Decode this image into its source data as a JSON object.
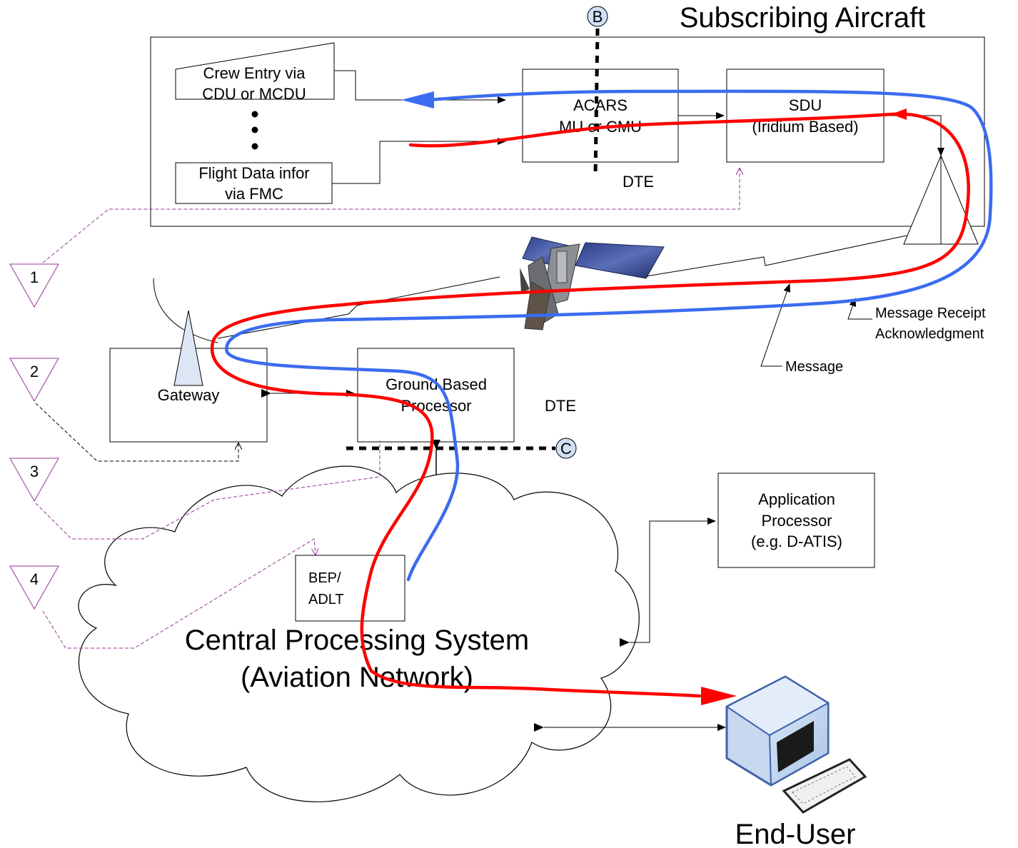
{
  "aircraft": {
    "title": "Subscribing Aircraft",
    "crew_entry": [
      "Crew Entry via",
      "CDU or MCDU"
    ],
    "flight_data": [
      "Flight Data infor",
      "via FMC"
    ],
    "acars": [
      "ACARS",
      "MU or CMU"
    ],
    "sdu": [
      "SDU",
      "(Iridium Based)"
    ],
    "dte": "DTE"
  },
  "markers": {
    "b": "B",
    "c": "C"
  },
  "ground": {
    "gateway": "Gateway",
    "processor": [
      "Ground Based",
      "Processor"
    ],
    "dte": "DTE"
  },
  "annotations": {
    "message": "Message",
    "receipt": [
      "Message Receipt",
      "Acknowledgment"
    ]
  },
  "triangles": [
    "1",
    "2",
    "3",
    "4"
  ],
  "network": {
    "title": [
      "Central Processing System",
      "(Aviation Network)"
    ],
    "bep": [
      "BEP/",
      "ADLT"
    ]
  },
  "app_processor": [
    "Application",
    "Processor",
    "(e.g. D-ATIS)"
  ],
  "end_user": "End-User",
  "colors": {
    "downlink": "#ff0000",
    "ack": "#3b6cf0",
    "callout": "#993399"
  }
}
